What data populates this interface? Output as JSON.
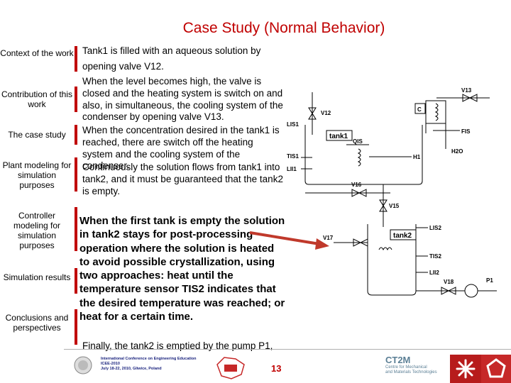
{
  "slide": {
    "title": "Case Study (Normal Behavior)",
    "page_number": "13"
  },
  "sidebar": {
    "items": [
      {
        "label": "Context of the work"
      },
      {
        "label": "Contribution of this work"
      },
      {
        "label": "The case study"
      },
      {
        "label": "Plant modeling for simulation purposes"
      },
      {
        "label": "Controller modeling for simulation purposes"
      },
      {
        "label": "Simulation results"
      },
      {
        "label": "Conclusions and perspectives"
      }
    ]
  },
  "content": {
    "line1": "Tank1 is filled with an aqueous solution by",
    "line2": "opening valve V12.",
    "para2": "When the level becomes high, the valve is closed and the heating system is switch on and also, in simultaneous, the cooling system of the condenser by opening valve V13.",
    "para3": "When the concentration desired in the tank1 is reached, there are switch off the heating system and the cooling system of the condenser.",
    "para4": "Continuously the solution flows from tank1 into tank2, and it must be guaranteed that the tank2 is empty.",
    "bold_para": "When the first tank is empty the solution in tank2 stays for post-processing operation where the solution is heated to avoid possible crystallization, using two approaches: heat until the temperature sensor TIS2 indicates that the desired temperature was reached; or heat for a certain time.",
    "final": "Finally, the tank2 is emptied by the pump P1,"
  },
  "diagram": {
    "labels": {
      "v13": "V13",
      "v12": "V12",
      "c": "C",
      "lis1": "LIS1",
      "tank1": "tank1",
      "fis": "FIS",
      "qis": "QIS",
      "h2o": "H2O",
      "tis1": "TIS1",
      "h1": "H1",
      "lii1": "LII1",
      "v16": "V16",
      "v15": "V15",
      "lis2": "LIS2",
      "v17": "V17",
      "tank2": "tank2",
      "tis2": "TIS2",
      "lii2": "LII2",
      "v18": "V18",
      "p1": "P1"
    }
  },
  "footer": {
    "conference_line1": "International Conference on Engineering Education",
    "conference_line2": "ICEE-2010",
    "conference_line3": "July 18-22, 2010, Gliwice, Poland",
    "logo_text": "CT2M",
    "logo_sub1": "Centre for Mechanical",
    "logo_sub2": "and Materials Technologies"
  },
  "colors": {
    "accent": "#c00000",
    "arrow": "#c0392b"
  }
}
